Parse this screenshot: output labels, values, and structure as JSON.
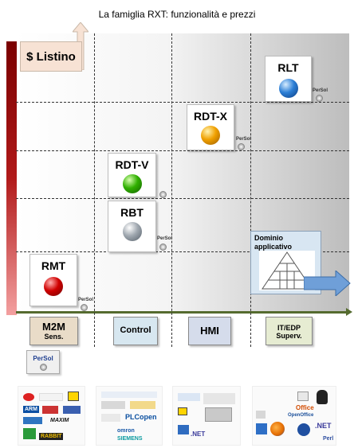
{
  "title": "La famiglia RXT: funzionalità e prezzi",
  "price_label": "$ Listino",
  "colors": {
    "y_axis_dark": "#7a0000",
    "x_axis": "#556b2f",
    "price_box": "#f7e2d4",
    "m2m_box": "#e9dcc8",
    "control_box": "#d7e7f0",
    "hmi_box": "#d5dceb",
    "it_box": "#e6ecd2"
  },
  "products": [
    {
      "label": "RMT",
      "ball": "red",
      "badge": "PerSol"
    },
    {
      "label": "RBT",
      "ball": "gray",
      "badge": "PerSol"
    },
    {
      "label": "RDT-V",
      "ball": "green",
      "badge": ""
    },
    {
      "label": "RDT-X",
      "ball": "orange",
      "badge": "PerSol"
    },
    {
      "label": "RLT",
      "ball": "blue",
      "badge": "PerSol"
    }
  ],
  "domain_box": {
    "title": "Dominio applicativo"
  },
  "categories": [
    {
      "label": "M2M",
      "sub": "Sens."
    },
    {
      "label": "Control",
      "sub": ""
    },
    {
      "label": "HMI",
      "sub": ""
    },
    {
      "label": "IT/EDP",
      "sub": "Superv."
    }
  ],
  "persol_legend": "PerSol",
  "logo_groups": [
    [
      "ARM",
      "MAXIM",
      "RABBIT"
    ],
    [
      "PLCopen",
      "omron",
      "SIEMENS"
    ],
    [
      ".NET"
    ],
    [
      "Office",
      "OpenOffice",
      ".NET",
      "Perl"
    ]
  ]
}
